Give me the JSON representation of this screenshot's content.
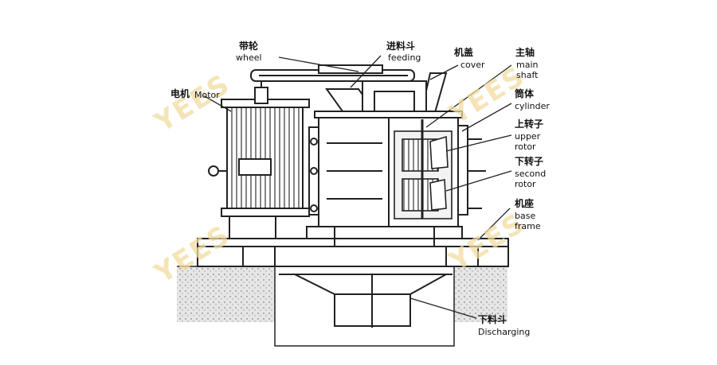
{
  "colors": {
    "ink": "#1a1a1a",
    "watermark": "#f2dca0",
    "ground": "#d9d9d9"
  },
  "watermark_text": "YEES",
  "labels": {
    "wheel": {
      "zh": "带轮",
      "en": "wheel"
    },
    "feeding": {
      "zh": "进料斗",
      "en": "feeding"
    },
    "cover": {
      "zh": "机盖",
      "en": "cover"
    },
    "main_shaft": {
      "zh": "主轴",
      "en1": "main",
      "en2": "shaft"
    },
    "cylinder": {
      "zh": "筒体",
      "en": "cylinder"
    },
    "upper_rotor": {
      "zh": "上转子",
      "en1": "upper",
      "en2": "rotor"
    },
    "second_rotor": {
      "zh": "下转子",
      "en1": "second",
      "en2": "rotor"
    },
    "base_frame": {
      "zh": "机座",
      "en1": "base",
      "en2": "frame"
    },
    "motor": {
      "zh": "电机",
      "en": "Motor"
    },
    "discharging": {
      "zh": "下料斗",
      "en": "Discharging"
    }
  }
}
